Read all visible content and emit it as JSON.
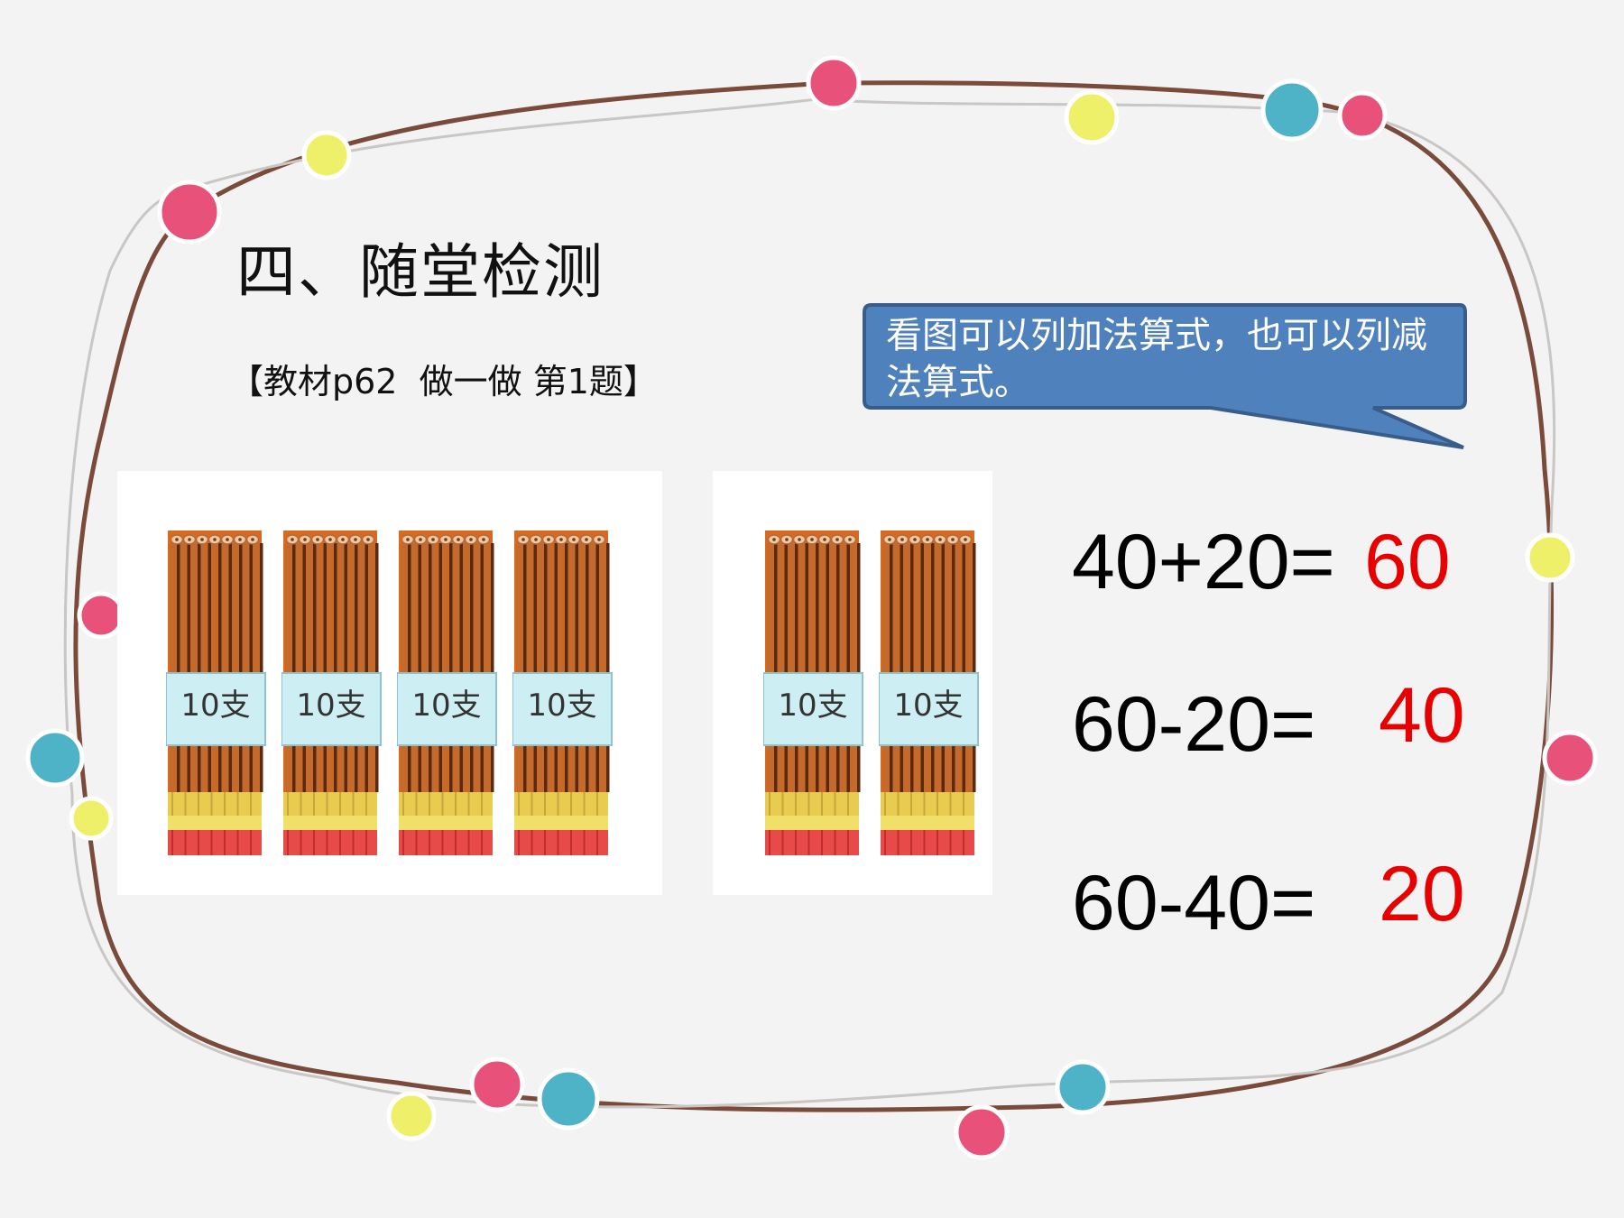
{
  "heading": "四、随堂检测",
  "reference": "【教材p62  做一做 第1题】",
  "callout": "看图可以列加法算式，也可以列减法算式。",
  "bundle_label": "10支",
  "bundles": {
    "left_count": 4,
    "right_count": 2
  },
  "equations": [
    {
      "expression": "40+20=",
      "answer": "60"
    },
    {
      "expression": "60-20=",
      "answer": "40"
    },
    {
      "expression": "60-40=",
      "answer": "20"
    }
  ],
  "colors": {
    "callout_fill": "#4f81bd",
    "callout_border": "#385d8a",
    "answer": "#e80000",
    "frame_line": "#7a4a3a",
    "bead_pink": "#e8527a",
    "bead_yellow": "#eef06a",
    "bead_teal": "#4fb3c8"
  }
}
